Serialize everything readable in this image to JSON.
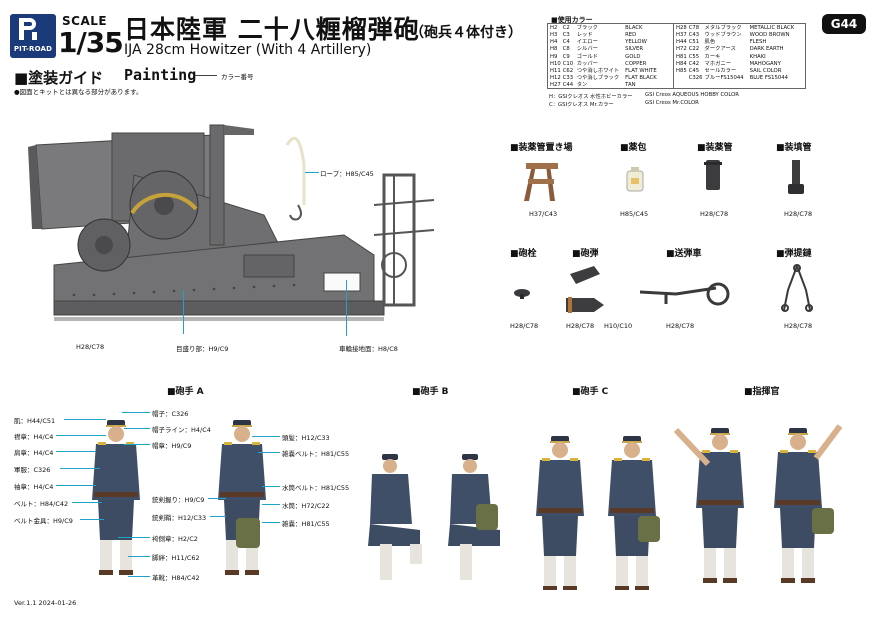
{
  "header": {
    "brand": "PIT-ROAD",
    "scale_label": "SCALE",
    "scale_value": "1/35",
    "title_jp": "日本陸軍 二十八糎榴弾砲",
    "title_jp_sub": "（砲兵４体付き）",
    "title_en": "IJA 28cm Howitzer (With 4 Artillery)",
    "painting_jp": "■塗装ガイド",
    "painting_en": "Painting",
    "color_number_label": "カラー番号",
    "note": "●図面とキットとは異なる部分があります。",
    "product_code": "G44"
  },
  "color_table": {
    "title": "■使用カラー",
    "left": [
      [
        "H2",
        "C2",
        "ブラック",
        "BLACK"
      ],
      [
        "H3",
        "C3",
        "レッド",
        "RED"
      ],
      [
        "H4",
        "C4",
        "イエロー",
        "YELLOW"
      ],
      [
        "H8",
        "C8",
        "シルバー",
        "SILVER"
      ],
      [
        "H9",
        "C9",
        "ゴールド",
        "GOLD"
      ],
      [
        "H10",
        "C10",
        "カッパー",
        "COPPER"
      ],
      [
        "H11",
        "C62",
        "つや消しホワイト",
        "FLAT WHITE"
      ],
      [
        "H12",
        "C33",
        "つや消しブラック",
        "FLAT BLACK"
      ],
      [
        "H27",
        "C44",
        "タン",
        "TAN"
      ]
    ],
    "right": [
      [
        "H28",
        "C78",
        "メタルブラック",
        "METALLIC BLACK"
      ],
      [
        "H37",
        "C43",
        "ウッドブラウン",
        "WOOD BROWN"
      ],
      [
        "H44",
        "C51",
        "肌色",
        "FLESH"
      ],
      [
        "H72",
        "C22",
        "ダークアース",
        "DARK EARTH"
      ],
      [
        "H81",
        "C55",
        "カーキ",
        "KHAKI"
      ],
      [
        "H84",
        "C42",
        "マホガニー",
        "MAHOGANY"
      ],
      [
        "H85",
        "C45",
        "セールカラー",
        "SAIL COLOR"
      ],
      [
        "",
        "C326",
        "ブルーFS15044",
        "BLUE FS15044"
      ]
    ],
    "legend_h_left": "H：GSIクレオス 水性ホビーカラー",
    "legend_h_right": "GSI Creos AQUEOUS HOBBY COLOR",
    "legend_c_left": "C：GSIクレオス Mr.カラー",
    "legend_c_right": "GSI Creos Mr.COLOR"
  },
  "howitzer": {
    "rope": "ロープ：H85/C45",
    "body": "H28/C78",
    "scale_marks": "目盛り部：H9/C9",
    "ground_contact": "車輪接地面：H8/C8"
  },
  "accessories": [
    {
      "title": "■装薬管置き場",
      "color": "H37/C43"
    },
    {
      "title": "■薬包",
      "color": "H85/C45"
    },
    {
      "title": "■装薬管",
      "color": "H28/C78"
    },
    {
      "title": "■装填管",
      "color": "H28/C78"
    },
    {
      "title": "■砲栓",
      "color": "H28/C78"
    },
    {
      "title": "■砲弾",
      "color": "H28/C78",
      "color2": "H10/C10"
    },
    {
      "title": "■送弾車",
      "color": "H28/C78"
    },
    {
      "title": "■弾提鏈",
      "color": "H28/C78"
    }
  ],
  "figures": {
    "a_title": "■砲手 A",
    "b_title": "■砲手 B",
    "c_title": "■砲手 C",
    "cmd_title": "■指揮官",
    "left_labels": [
      "肌：H44/C51",
      "襟章：H4/C4",
      "肩章：H4/C4",
      "軍服：C326",
      "袖章：H4/C4",
      "ベルト：H84/C42",
      "ベルト金具：H9/C9"
    ],
    "cap_labels": [
      "帽子：C326",
      "帽子ライン：H4/C4",
      "帽章：H9/C9"
    ],
    "lower_labels": [
      "袴側章：H2/C2",
      "脚絆：H11/C62",
      "革靴：H84/C42"
    ],
    "mid_labels": [
      "銃剣握り：H9/C9",
      "銃剣鞘：H12/C33"
    ],
    "right_labels": [
      "頭髪：H12/C33",
      "雑嚢ベルト：H81/C55",
      "水筒ベルト：H81/C55",
      "水筒：H72/C22",
      "雑嚢：H81/C55"
    ]
  },
  "footer": {
    "version": "Ver.1.1  2024-01-26"
  },
  "colors": {
    "brand_blue": "#1a3a7a",
    "uniform_blue": "#3f4f68",
    "howitzer_gray": "#6e6e70",
    "leader_line": "#1fa3c9"
  }
}
